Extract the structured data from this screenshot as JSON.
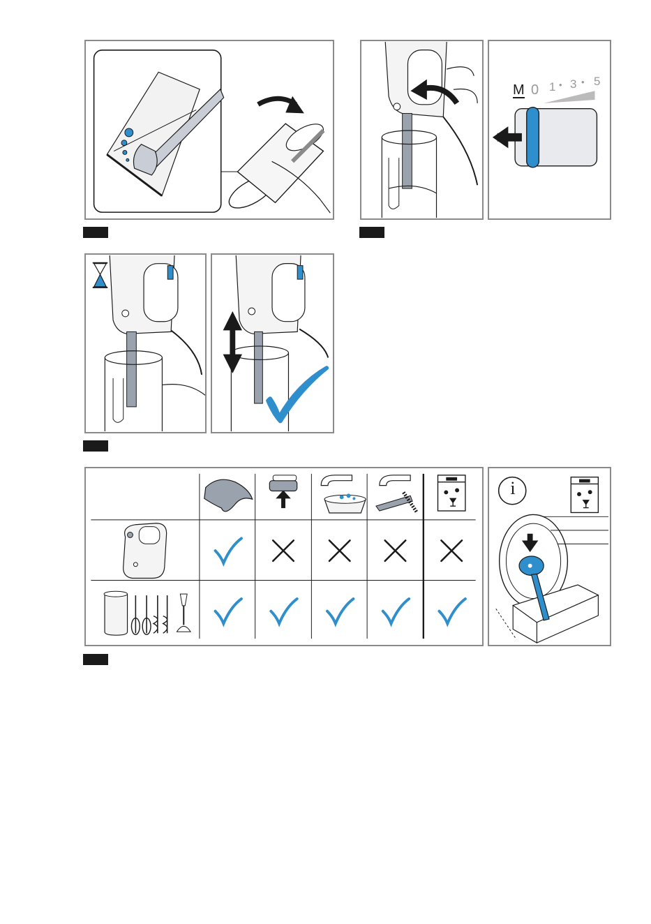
{
  "colors": {
    "accent": "#2f8fcc",
    "frame": "#8a8a8a",
    "line": "#1a1a1a",
    "tag": "#1a1a1a"
  },
  "speed_dial": {
    "m": "M",
    "zero": "0",
    "one": "1",
    "three": "3",
    "five": "5",
    "dot": "•"
  },
  "info_symbol": "i",
  "care_table": {
    "methods": [
      "damp-cloth-icon",
      "soft-sponge-icon",
      "rinse-water-icon",
      "brush-under-tap-icon",
      "dishwasher-icon"
    ],
    "rows": [
      {
        "item": "hand-mixer-body-icon",
        "results": [
          "check",
          "cross",
          "cross",
          "cross",
          "cross"
        ]
      },
      {
        "item": "accessories-icon",
        "results": [
          "check",
          "check",
          "check",
          "check",
          "check"
        ]
      }
    ]
  }
}
